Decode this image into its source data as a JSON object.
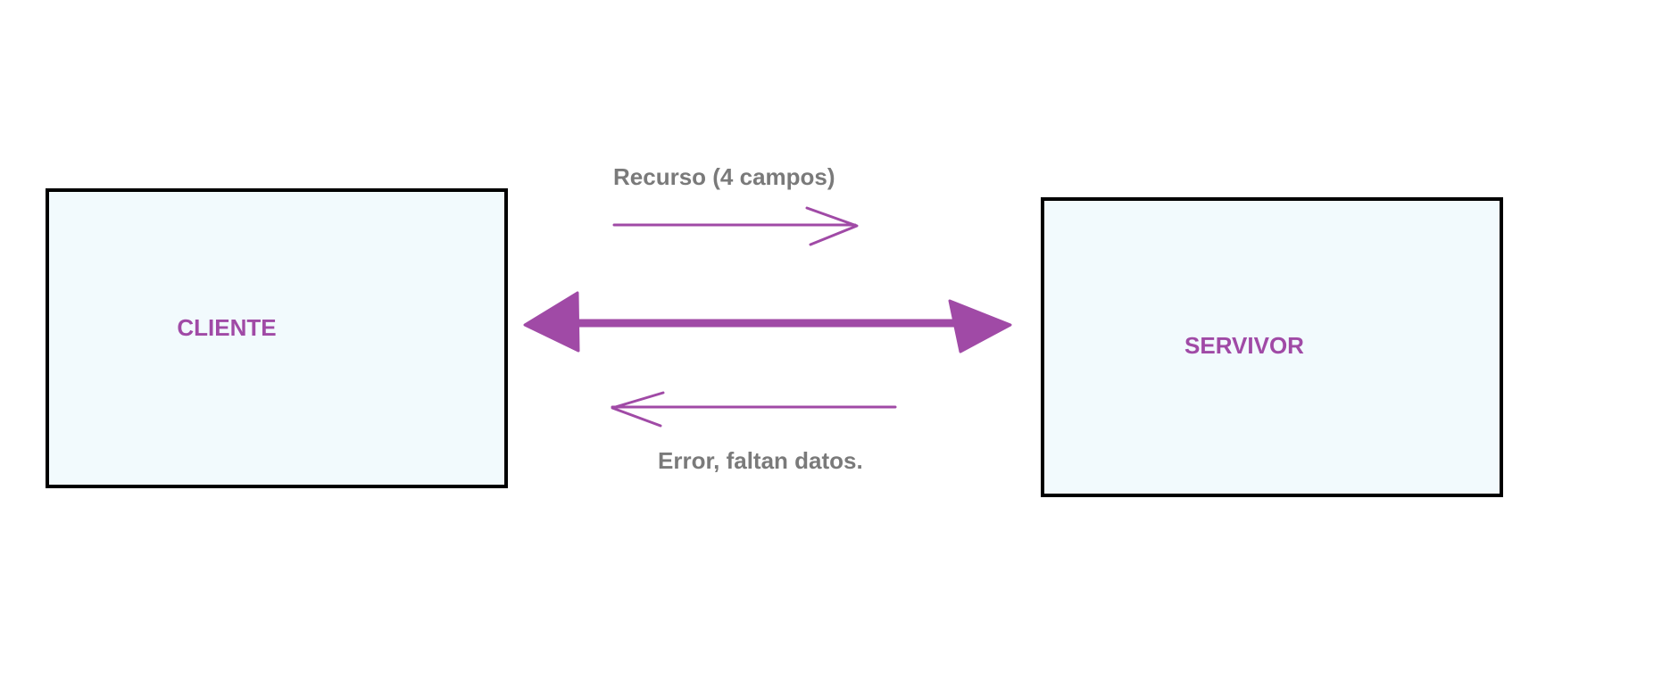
{
  "nodes": {
    "client": {
      "label": "CLIENTE"
    },
    "server": {
      "label": "SERVIVOR"
    }
  },
  "edges": {
    "request": {
      "label": "Recurso (4 campos)",
      "direction": "client-to-server"
    },
    "response": {
      "label": "Error, faltan datos.",
      "direction": "server-to-client"
    },
    "connection": {
      "direction": "bidirectional"
    }
  },
  "colors": {
    "accent": "#a04aa6",
    "edge_label": "#7a7a7a",
    "box_fill": "#f2fafd",
    "box_border": "#000000"
  }
}
